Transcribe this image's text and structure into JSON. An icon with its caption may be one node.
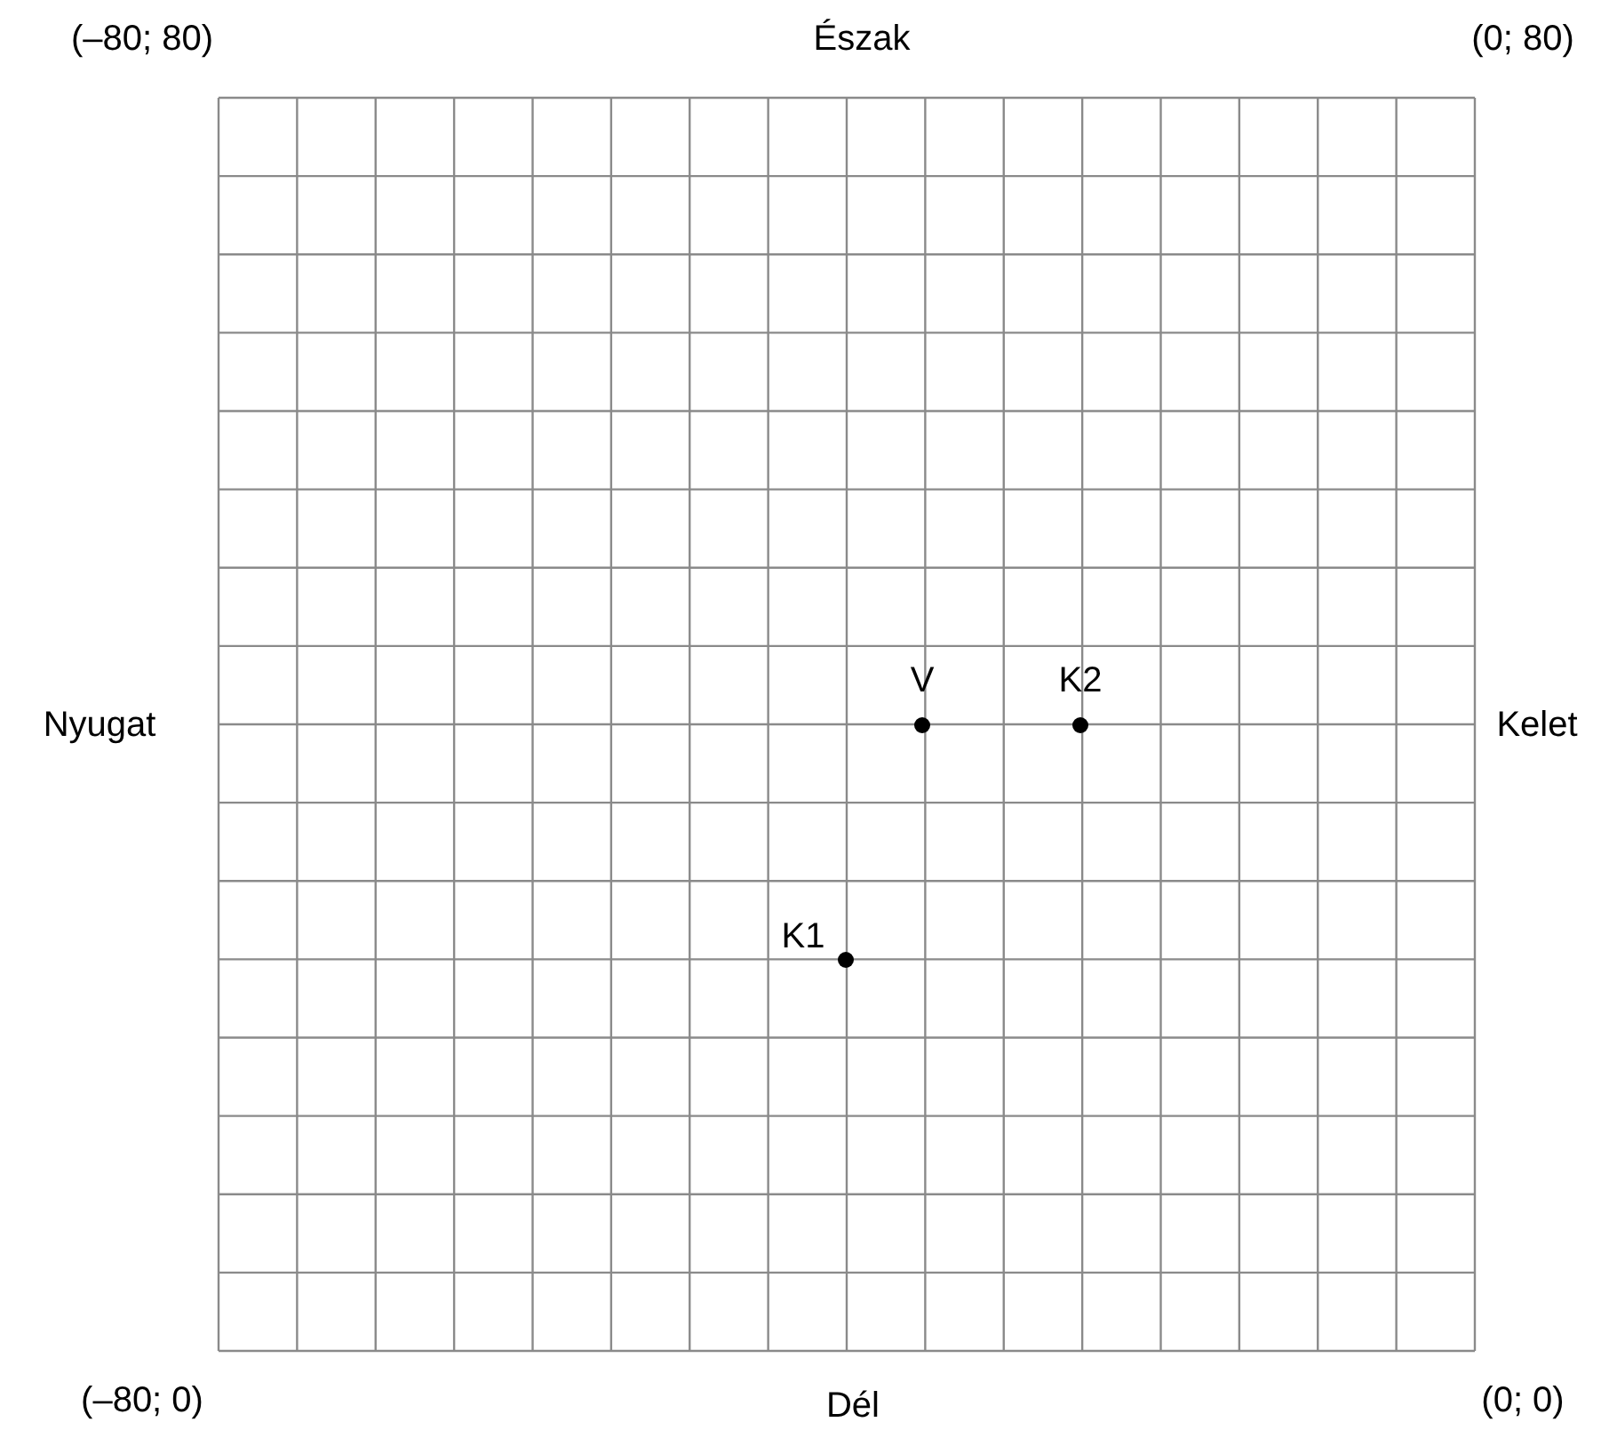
{
  "diagram": {
    "labels": [
      "(–80; 80)",
      "Észak",
      "(0; 80)",
      "V",
      "K2",
      "Nyugat",
      "Kelet",
      "K1",
      "(–80; 0)",
      "Dél",
      "(0; 0)"
    ]
  }
}
